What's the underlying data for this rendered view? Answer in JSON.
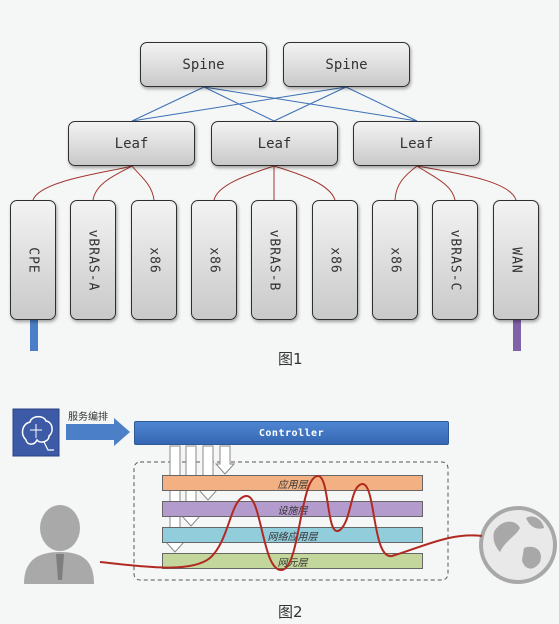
{
  "figure1": {
    "spines": [
      "Spine",
      "Spine"
    ],
    "leaves": [
      "Leaf",
      "Leaf",
      "Leaf"
    ],
    "devices": [
      "CPE",
      "vBRAS-A",
      "x86",
      "x86",
      "vBRAS-B",
      "x86",
      "x86",
      "vBRAS-C",
      "WAN"
    ],
    "caption": "图1"
  },
  "figure2": {
    "service_label": "服务编排",
    "controller_label": "Controller",
    "layers": [
      "应用层",
      "设施层",
      "网络应用层",
      "网元层"
    ],
    "caption": "图2"
  }
}
